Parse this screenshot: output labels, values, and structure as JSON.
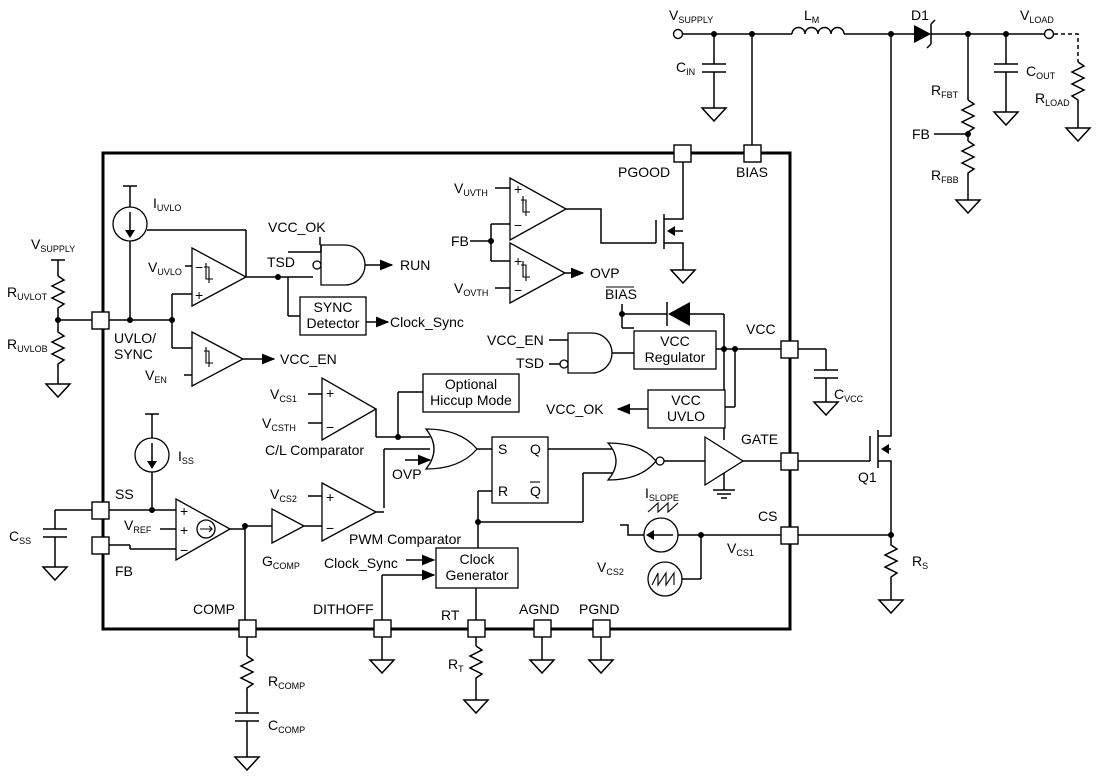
{
  "nets": {
    "vsupply_top": {
      "main": "V",
      "sub": "SUPPLY"
    },
    "vsupply_left": {
      "main": "V",
      "sub": "SUPPLY"
    },
    "vload": {
      "main": "V",
      "sub": "LOAD"
    },
    "fb_ext": "FB",
    "vcc_ok_in": "VCC_OK",
    "run": "RUN",
    "clock_sync_out": "Clock_Sync",
    "vcc_en_out": "VCC_EN",
    "vcc_en_in": "VCC_EN",
    "tsd_1": "TSD",
    "tsd_2": "TSD",
    "fb_int": "FB",
    "ovp_out": "OVP",
    "ovp_in": "OVP",
    "bias_int": "BIAS",
    "vcc_ok_out": "VCC_OK",
    "clock_sync_in": "Clock_Sync",
    "vuvth": {
      "main": "V",
      "sub": "UVTH"
    },
    "vovth": {
      "main": "V",
      "sub": "OVTH"
    },
    "vuvlo": {
      "main": "V",
      "sub": "UVLO"
    },
    "ven": {
      "main": "V",
      "sub": "EN"
    },
    "vcs1": {
      "main": "V",
      "sub": "CS1"
    },
    "vcsth": {
      "main": "V",
      "sub": "CSTH"
    },
    "vcs2": {
      "main": "V",
      "sub": "CS2"
    },
    "vref": {
      "main": "V",
      "sub": "REF"
    },
    "vcs1_node": {
      "main": "V",
      "sub": "CS1"
    },
    "vcs2_node": {
      "main": "V",
      "sub": "CS2"
    }
  },
  "components": {
    "lm": {
      "main": "L",
      "sub": "M"
    },
    "d1": "D1",
    "cin": {
      "main": "C",
      "sub": "IN"
    },
    "cout": {
      "main": "C",
      "sub": "OUT"
    },
    "rfbt": {
      "main": "R",
      "sub": "FBT"
    },
    "rfbb": {
      "main": "R",
      "sub": "FBB"
    },
    "rload": {
      "main": "R",
      "sub": "LOAD"
    },
    "ruvlot": {
      "main": "R",
      "sub": "UVLOT"
    },
    "ruvlob": {
      "main": "R",
      "sub": "UVLOB"
    },
    "iuvlo": {
      "main": "I",
      "sub": "UVLO"
    },
    "iss": {
      "main": "I",
      "sub": "SS"
    },
    "css": {
      "main": "C",
      "sub": "SS"
    },
    "cvcc": {
      "main": "C",
      "sub": "VCC"
    },
    "gcomp": {
      "main": "G",
      "sub": "COMP"
    },
    "islope": {
      "main": "I",
      "sub": "SLOPE"
    },
    "q1": "Q1",
    "rs": {
      "main": "R",
      "sub": "S"
    },
    "rcomp": {
      "main": "R",
      "sub": "COMP"
    },
    "ccomp": {
      "main": "C",
      "sub": "COMP"
    },
    "rt_res": {
      "main": "R",
      "sub": "T"
    }
  },
  "pins": {
    "pgood": "PGOOD",
    "bias": "BIAS",
    "uvlo_sync": [
      "UVLO/",
      "SYNC"
    ],
    "vcc": "VCC",
    "gate": "GATE",
    "ss": "SS",
    "fb": "FB",
    "cs": "CS",
    "comp": "COMP",
    "dithoff": "DITHOFF",
    "rt": "RT",
    "agnd": "AGND",
    "pgnd": "PGND"
  },
  "blocks": {
    "sync_detector": [
      "SYNC",
      "Detector"
    ],
    "optional_hiccup": [
      "Optional",
      "Hiccup Mode"
    ],
    "vcc_regulator": [
      "VCC",
      "Regulator"
    ],
    "vcc_uvlo": [
      "VCC",
      "UVLO"
    ],
    "clock_generator": [
      "Clock",
      "Generator"
    ],
    "cl_comparator": "C/L Comparator",
    "pwm_comparator": "PWM Comparator",
    "sr_s": "S",
    "sr_r": "R",
    "sr_q": "Q",
    "sr_qbar": "Q"
  }
}
